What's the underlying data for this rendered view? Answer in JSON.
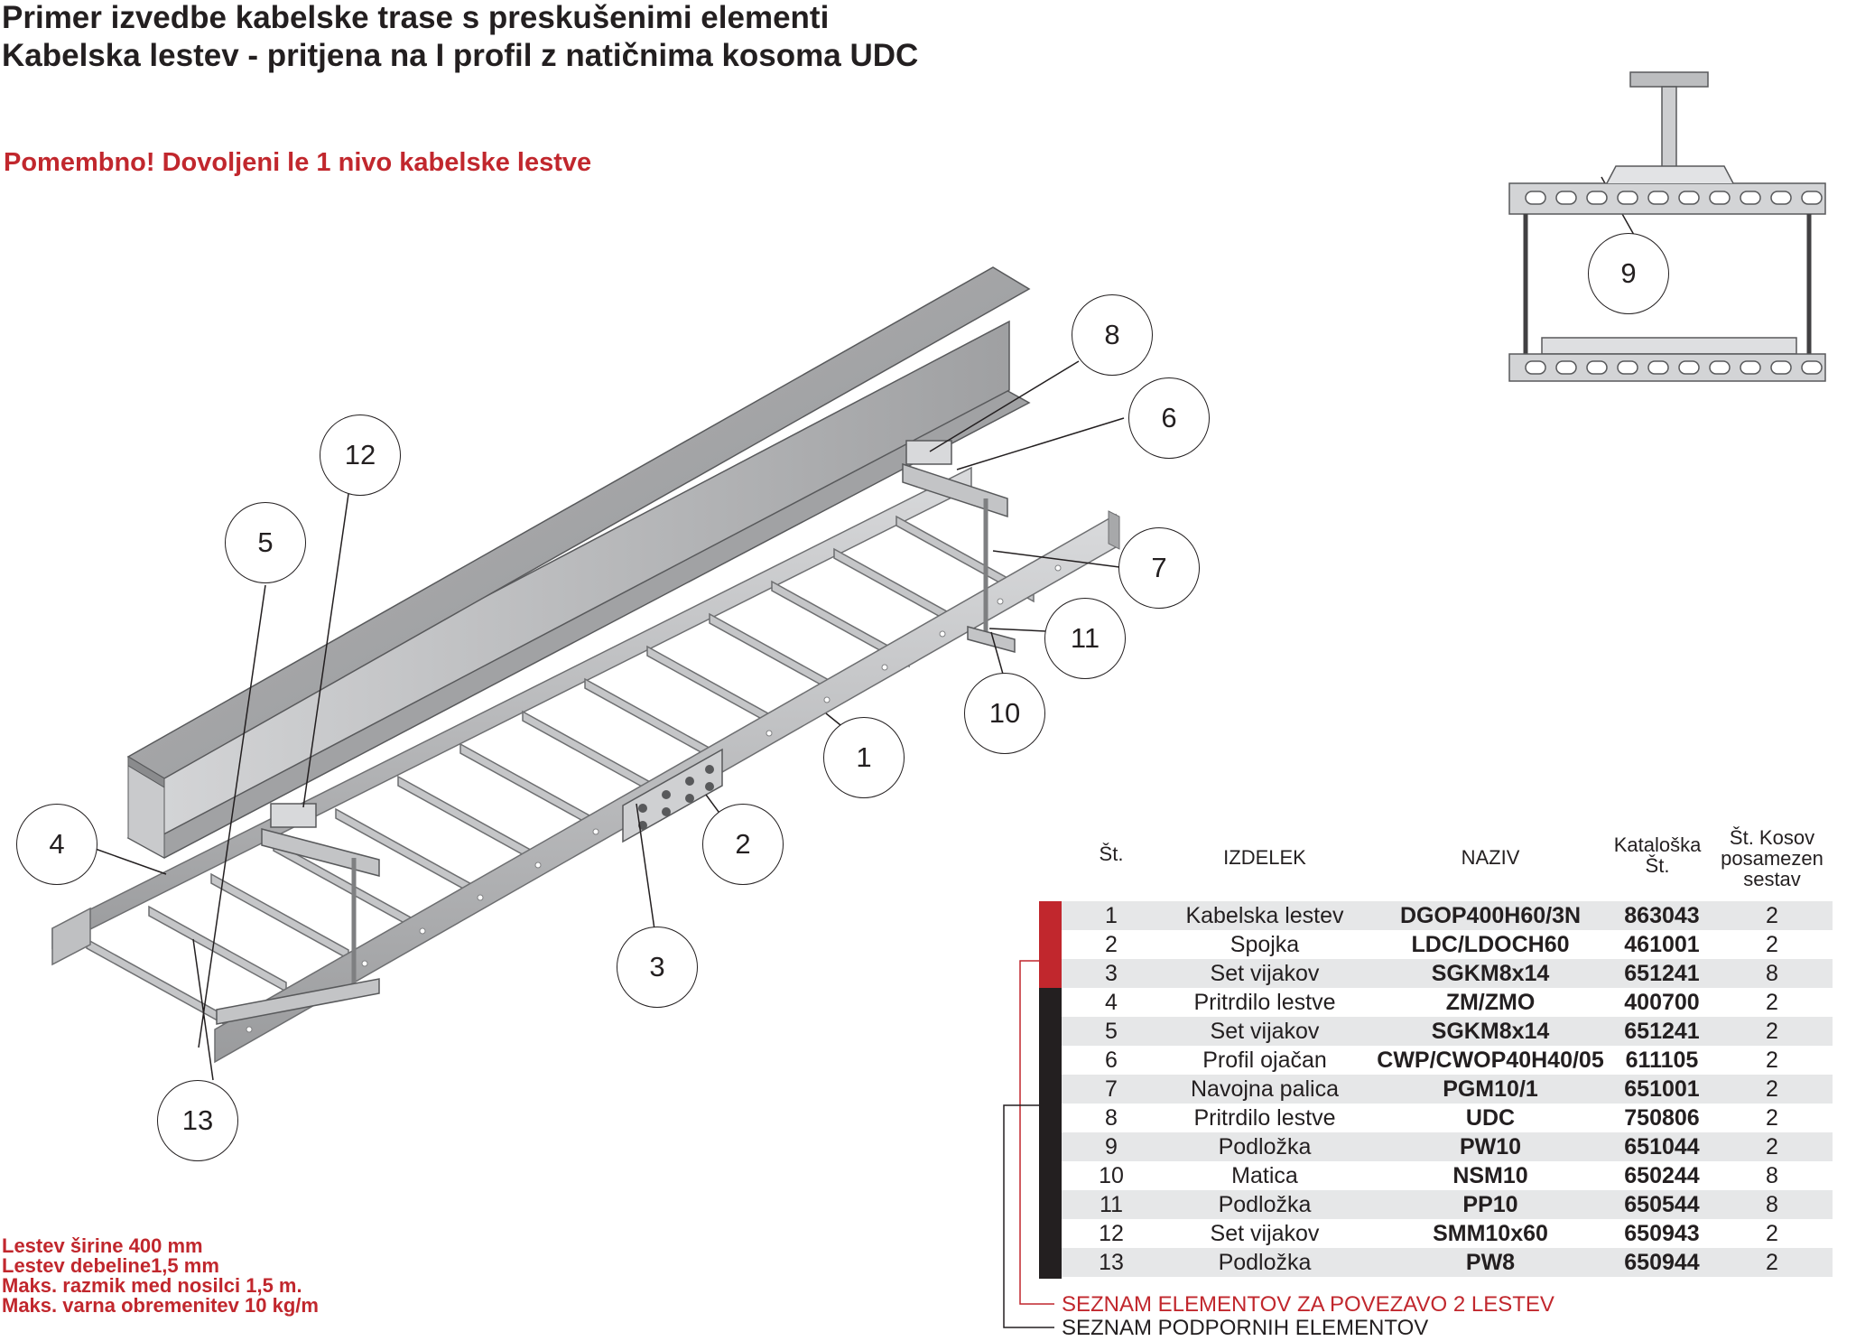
{
  "title_line1": "Primer izvedbe kabelske trase s preskušenimi elementi",
  "title_line2": "Kabelska lestev - pritjena na I profil z natičnima kosoma UDC",
  "warning": "Pomembno! Dovoljeni le 1 nivo kabelske lestve",
  "specs": [
    "Lestev širine 400 mm",
    "Lestev debeline1,5 mm",
    "Maks. razmik med nosilci 1,5 m.",
    "Maks. varna obremenitev 10 kg/m"
  ],
  "callouts": [
    "1",
    "2",
    "3",
    "4",
    "5",
    "6",
    "7",
    "8",
    "9",
    "10",
    "11",
    "12",
    "13"
  ],
  "table": {
    "headers": {
      "no": "Št.",
      "item": "IZDELEK",
      "name": "NAZIV",
      "cat_line1": "Kataloška",
      "cat_line2": "Št.",
      "qty_line1": "Št. Kosov",
      "qty_line2": "posamezen",
      "qty_line3": "sestav"
    },
    "rows": [
      {
        "no": "1",
        "item": "Kabelska lestev",
        "name": "DGOP400H60/3N",
        "cat": "863043",
        "qty": "2"
      },
      {
        "no": "2",
        "item": "Spojka",
        "name": "LDC/LDOCH60",
        "cat": "461001",
        "qty": "2"
      },
      {
        "no": "3",
        "item": "Set vijakov",
        "name": "SGKM8x14",
        "cat": "651241",
        "qty": "8"
      },
      {
        "no": "4",
        "item": "Pritrdilo lestve",
        "name": "ZM/ZMO",
        "cat": "400700",
        "qty": "2"
      },
      {
        "no": "5",
        "item": "Set vijakov",
        "name": "SGKM8x14",
        "cat": "651241",
        "qty": "2"
      },
      {
        "no": "6",
        "item": "Profil ojačan",
        "name": "CWP/CWOP40H40/05",
        "cat": "611105",
        "qty": "2"
      },
      {
        "no": "7",
        "item": "Navojna palica",
        "name": "PGM10/1",
        "cat": "651001",
        "qty": "2"
      },
      {
        "no": "8",
        "item": "Pritrdilo lestve",
        "name": "UDC",
        "cat": "750806",
        "qty": "2"
      },
      {
        "no": "9",
        "item": "Podložka",
        "name": "PW10",
        "cat": "651044",
        "qty": "2"
      },
      {
        "no": "10",
        "item": "Matica",
        "name": "NSM10",
        "cat": "650244",
        "qty": "8"
      },
      {
        "no": "11",
        "item": "Podložka",
        "name": "PP10",
        "cat": "650544",
        "qty": "8"
      },
      {
        "no": "12",
        "item": "Set vijakov",
        "name": "SMM10x60",
        "cat": "650943",
        "qty": "2"
      },
      {
        "no": "13",
        "item": "Podložka",
        "name": "PW8",
        "cat": "650944",
        "qty": "2"
      }
    ]
  },
  "legend": {
    "connection": "SEZNAM ELEMENTOV ZA POVEZAVO 2 LESTEV",
    "support": "SEZNAM PODPORNIH ELEMENTOV"
  },
  "colors": {
    "accent_red": "#c1272d",
    "dark_bar": "#231f20",
    "row_shade": "#e6e7e8",
    "steel": "#b7b8ba"
  }
}
